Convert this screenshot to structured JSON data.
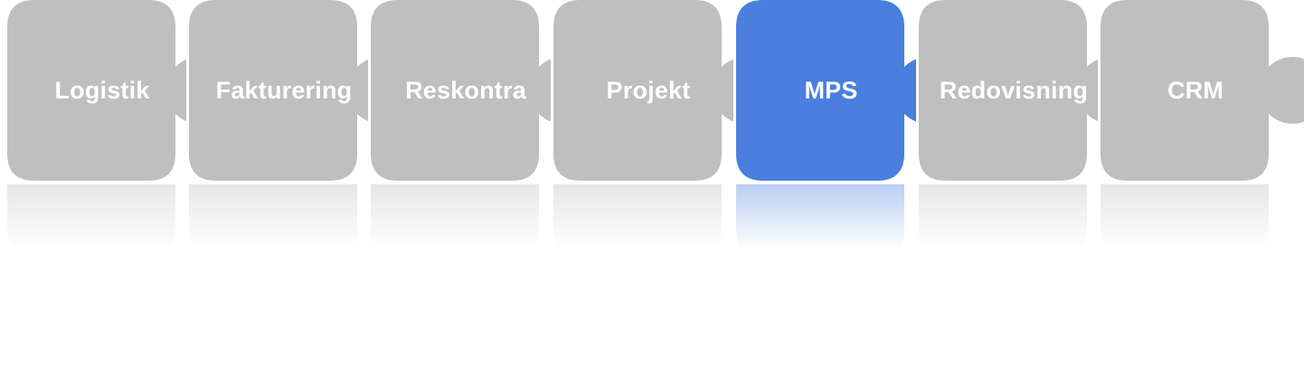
{
  "module_nav": {
    "items": [
      {
        "label": "Logistik",
        "active": false
      },
      {
        "label": "Fakturering",
        "active": false
      },
      {
        "label": "Reskontra",
        "active": false
      },
      {
        "label": "Projekt",
        "active": false
      },
      {
        "label": "MPS",
        "active": true
      },
      {
        "label": "Redovisning",
        "active": false
      },
      {
        "label": "CRM",
        "active": false
      }
    ]
  },
  "colors": {
    "inactive": "#bfbfbf",
    "active": "#4a7fe0",
    "text": "#ffffff",
    "outline": "#ffffff"
  }
}
